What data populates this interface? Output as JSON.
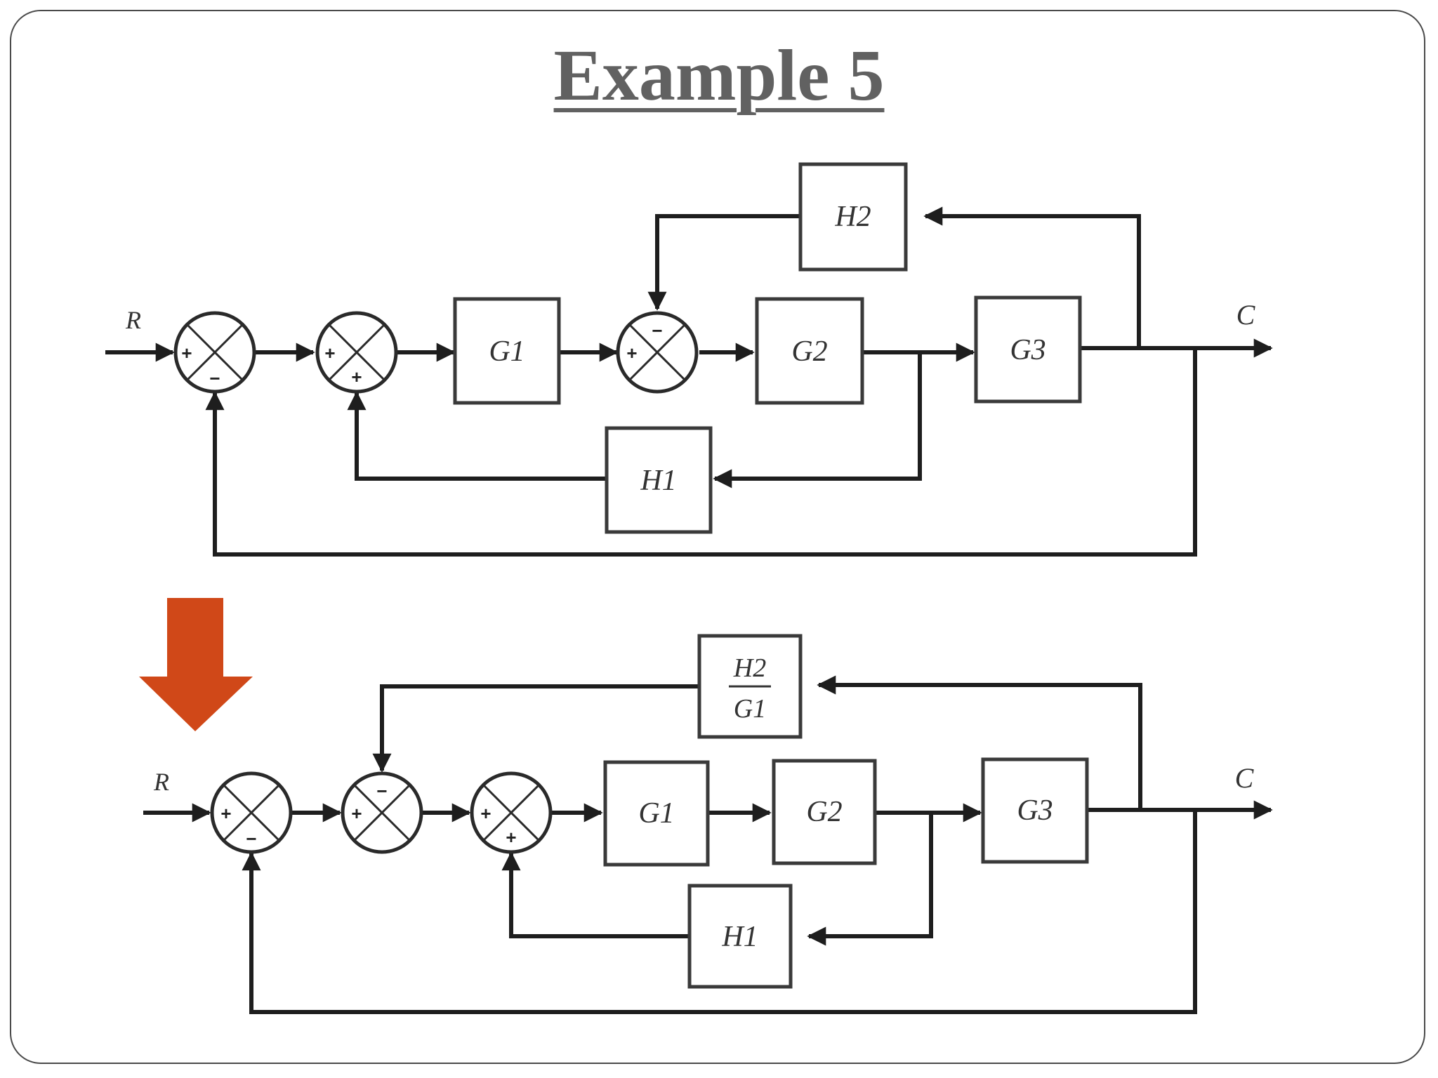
{
  "title": "Example 5",
  "colors": {
    "accent_arrow": "#d04818",
    "title": "#616161",
    "frame": "#4a4a4a"
  },
  "icons": {
    "transform_arrow": "down-arrow-icon"
  },
  "top_diagram": {
    "input": "R",
    "output": "C",
    "blocks": {
      "g1": "G1",
      "g2": "G2",
      "g3": "G3",
      "h1": "H1",
      "h2": "H2"
    }
  },
  "bottom_diagram": {
    "input": "R",
    "output": "C",
    "blocks": {
      "g1": "G1",
      "g2": "G2",
      "g3": "G3",
      "h1": "H1",
      "h2_over_g1_num": "H2",
      "h2_over_g1_den": "G1"
    }
  }
}
